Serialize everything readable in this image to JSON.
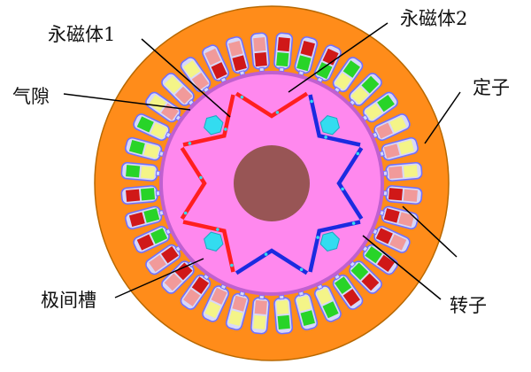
{
  "diagram": {
    "labels": {
      "magnet1": "永磁体1",
      "magnet2": "永磁体2",
      "air_gap": "气隙",
      "stator": "定子",
      "interpolar_slot": "极间槽",
      "rotor": "转子"
    },
    "parts": {
      "stator_slot_count": 36,
      "rotor_pole_count": 8
    },
    "colors": {
      "stator": "#ff8c1a",
      "stator_edge": "#b86800",
      "air_gap": "#c060d0",
      "rotor": "#ff88ee",
      "shaft": "#985555",
      "magnet_red": "#ff1f1f",
      "magnet_blue": "#1b2be0",
      "interpolar_slot": "#33dcf0",
      "slot_outline": "#7070ff",
      "slot_body": "#d8d8f8",
      "coil_red": "#d01818",
      "coil_green": "#28d428",
      "coil_yellow": "#f4f488",
      "coil_pink": "#f19a9a"
    }
  }
}
